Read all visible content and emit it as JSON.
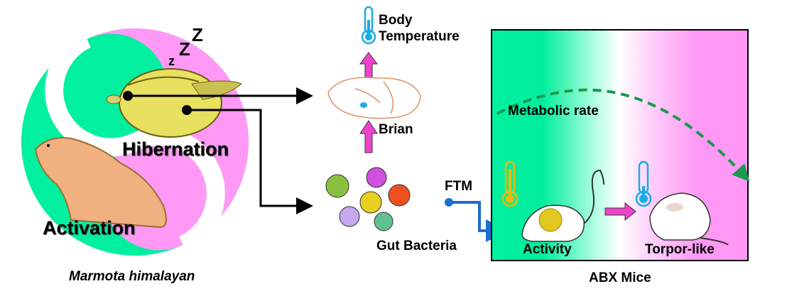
{
  "left": {
    "hibernation_label": "Hibernation",
    "activation_label": "Activation",
    "species_caption": "Marmota himalayan",
    "sleep_icon": "zzz-icon",
    "colors": {
      "active": "#00f0a0",
      "hibernation": "#ff99f5"
    }
  },
  "middle": {
    "body_temp_label_line1": "Body",
    "body_temp_label_line2": "Temperature",
    "brain_label": "Brian",
    "gut_label": "Gut Bacteria",
    "ftm_label": "FTM",
    "arrow_color": "#ee44cc",
    "ftm_color": "#1a6fd0"
  },
  "right": {
    "metabolic_label": "Metabolic rate",
    "activity_label": "Activity",
    "torpor_label": "Torpor-like",
    "caption": "ABX Mice"
  }
}
